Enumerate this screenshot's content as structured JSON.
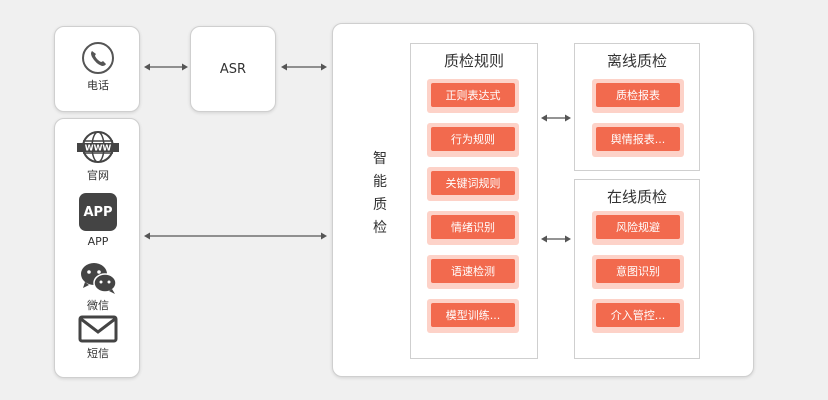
{
  "channels_top": [
    {
      "label": "电话",
      "icon": "phone-icon"
    }
  ],
  "channels_bottom": [
    {
      "label": "官网",
      "icon": "www-icon"
    },
    {
      "label": "APP",
      "icon": "app-icon",
      "badge": "APP"
    },
    {
      "label": "微信",
      "icon": "wechat-icon"
    },
    {
      "label": "短信",
      "icon": "mail-icon"
    }
  ],
  "asr": "ASR",
  "smart_qc": [
    "智",
    "能",
    "质",
    "检"
  ],
  "rules_panel": {
    "title": "质检规则",
    "items": [
      "正则表达式",
      "行为规则",
      "关键词规则",
      "情绪识别",
      "语速检测",
      "模型训练..."
    ]
  },
  "offline_panel": {
    "title": "离线质检",
    "items": [
      "质检报表",
      "舆情报表..."
    ]
  },
  "online_panel": {
    "title": "在线质检",
    "items": [
      "风险规避",
      "意图识别",
      "介入管控..."
    ]
  },
  "colors": {
    "accent": "#f26a4e",
    "accent_light": "#fdd2c8",
    "border": "#cfcfcf"
  }
}
